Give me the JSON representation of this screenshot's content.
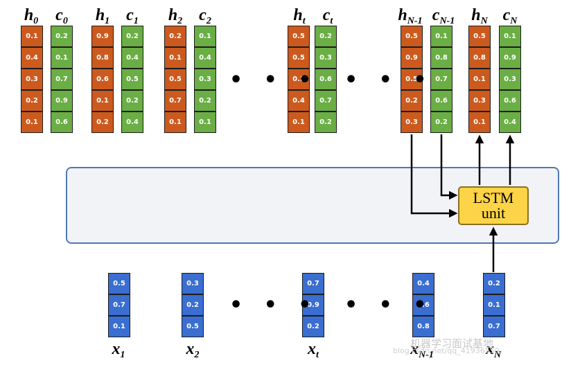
{
  "colors": {
    "h": "#cc5a1e",
    "c": "#6aae45",
    "x": "#3a6ed0",
    "lstm": "#fdd347",
    "panel_border": "#4f78b6"
  },
  "states": [
    {
      "h_label": "h",
      "h_sub": "0",
      "c_label": "c",
      "c_sub": "0",
      "h": [
        "0.1",
        "0.4",
        "0.3",
        "0.2",
        "0.1"
      ],
      "c": [
        "0.2",
        "0.1",
        "0.7",
        "0.9",
        "0.6"
      ]
    },
    {
      "h_label": "h",
      "h_sub": "1",
      "c_label": "c",
      "c_sub": "1",
      "h": [
        "0.9",
        "0.8",
        "0.6",
        "0.1",
        "0.2"
      ],
      "c": [
        "0.2",
        "0.4",
        "0.5",
        "0.2",
        "0.4"
      ]
    },
    {
      "h_label": "h",
      "h_sub": "2",
      "c_label": "c",
      "c_sub": "2",
      "h": [
        "0.2",
        "0.1",
        "0.5",
        "0.7",
        "0.1"
      ],
      "c": [
        "0.1",
        "0.4",
        "0.3",
        "0.2",
        "0.1"
      ]
    },
    {
      "h_label": "h",
      "h_sub": "t",
      "c_label": "c",
      "c_sub": "t",
      "h": [
        "0.5",
        "0.5",
        "0.3",
        "0.4",
        "0.1"
      ],
      "c": [
        "0.2",
        "0.3",
        "0.6",
        "0.7",
        "0.2"
      ]
    },
    {
      "h_label": "h",
      "h_sub": "N-1",
      "c_label": "c",
      "c_sub": "N-1",
      "h": [
        "0.5",
        "0.9",
        "0.5",
        "0.2",
        "0.3"
      ],
      "c": [
        "0.1",
        "0.8",
        "0.7",
        "0.6",
        "0.2"
      ]
    },
    {
      "h_label": "h",
      "h_sub": "N",
      "c_label": "c",
      "c_sub": "N",
      "h": [
        "0.5",
        "0.8",
        "0.1",
        "0.3",
        "0.1"
      ],
      "c": [
        "0.1",
        "0.9",
        "0.3",
        "0.6",
        "0.4"
      ]
    }
  ],
  "inputs": [
    {
      "label": "x",
      "sub": "1",
      "values": [
        "0.5",
        "0.7",
        "0.1"
      ]
    },
    {
      "label": "x",
      "sub": "2",
      "values": [
        "0.3",
        "0.2",
        "0.5"
      ]
    },
    {
      "label": "x",
      "sub": "t",
      "values": [
        "0.7",
        "0.9",
        "0.2"
      ]
    },
    {
      "label": "x",
      "sub": "N-1",
      "values": [
        "0.4",
        "0.6",
        "0.8"
      ]
    },
    {
      "label": "x",
      "sub": "N",
      "values": [
        "0.2",
        "0.1",
        "0.7"
      ]
    }
  ],
  "ellipsis": "• • •",
  "lstm": {
    "line1": "LSTM",
    "line2": "unit"
  },
  "watermark": {
    "text": "机器学习面试基地",
    "url": "blog.csdn.net/qq_41936559"
  }
}
